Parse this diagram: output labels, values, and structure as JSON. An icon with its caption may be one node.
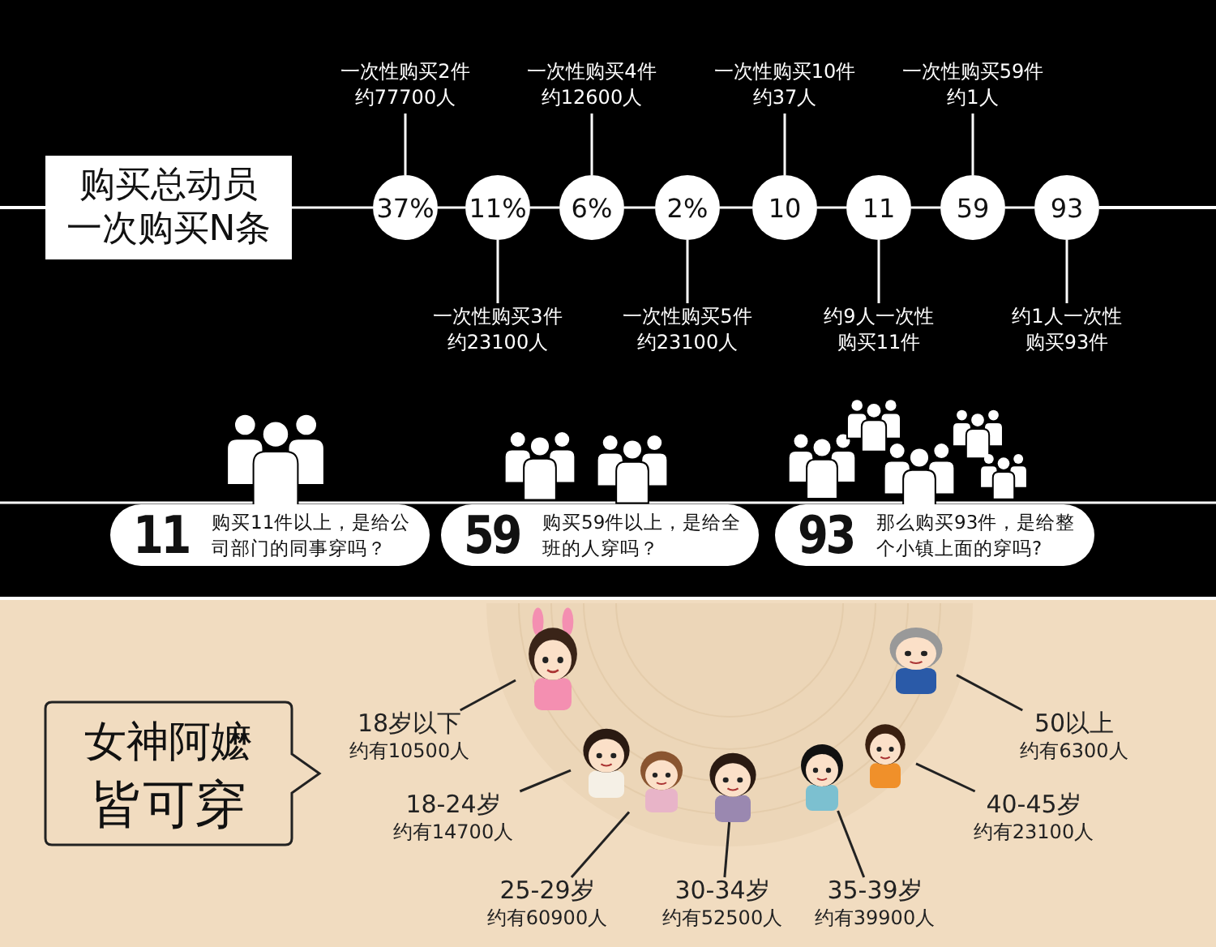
{
  "diagram": {
    "nodes": [
      {
        "text": [
          "购买总动员",
          "一次购买N条"
        ]
      },
      {
        "text": [
          "一次性购买2件",
          "约77700人"
        ]
      },
      {
        "text": [
          "一次性购买4件",
          "约12600人"
        ]
      },
      {
        "text": [
          "一次性购买10件",
          "约37人"
        ]
      },
      {
        "text": [
          "一次性购买59件",
          "约1人"
        ]
      },
      {
        "text": [
          "37%"
        ]
      },
      {
        "text": [
          "11%"
        ]
      },
      {
        "text": [
          "6%"
        ]
      },
      {
        "text": [
          "2%"
        ]
      },
      {
        "text": [
          "10"
        ]
      },
      {
        "text": [
          "11"
        ]
      },
      {
        "text": [
          "59"
        ]
      },
      {
        "text": [
          "93"
        ]
      },
      {
        "text": [
          "一次性购买3件",
          "约23100人"
        ]
      },
      {
        "text": [
          "一次性购买5件",
          "约23100人"
        ]
      },
      {
        "text": [
          "约9人一次性购买11件"
        ]
      },
      {
        "text": [
          "约1人一次性购买93件"
        ]
      },
      {
        "text": [
          "11",
          "购买11件以上，是给公司部门的同事穿吗？"
        ]
      },
      {
        "text": [
          "59",
          "购买59件以上，是给全班的人穿吗？"
        ]
      },
      {
        "text": [
          "93",
          "那么购买93件，是给整个小镇上面的穿吗?"
        ]
      },
      {
        "text": [
          "女神阿嬷",
          "皆可穿"
        ]
      },
      {
        "text": [],
        "shape": "picture"
      },
      {
        "text": [],
        "shape": "picture"
      },
      {
        "text": [],
        "shape": "picture"
      },
      {
        "text": [],
        "shape": "picture"
      },
      {
        "text": [],
        "shape": "picture"
      },
      {
        "text": [],
        "shape": "picture"
      },
      {
        "text": [],
        "shape": "picture"
      },
      {
        "text": [
          "18岁以下",
          "约有10500人"
        ]
      },
      {
        "text": [
          "18-24岁",
          "约有14700人"
        ]
      },
      {
        "text": [
          "25-29岁",
          "约有60900人"
        ]
      },
      {
        "text": [
          "30-34岁",
          "约有52500人"
        ]
      },
      {
        "text": [
          "35-39岁",
          "约有39900人"
        ]
      },
      {
        "text": [
          "40-45岁",
          "约有23100人"
        ]
      },
      {
        "text": [
          "50以上",
          "约有6300人"
        ]
      }
    ],
    "edges": [
      {
        "from": 0,
        "to": 5,
        "arrow": "none"
      },
      {
        "from": 5,
        "to": 6,
        "arrow": "none"
      },
      {
        "from": 6,
        "to": 7,
        "arrow": "none"
      },
      {
        "from": 7,
        "to": 8,
        "arrow": "none"
      },
      {
        "from": 8,
        "to": 9,
        "arrow": "none"
      },
      {
        "from": 9,
        "to": 10,
        "arrow": "none"
      },
      {
        "from": 10,
        "to": 11,
        "arrow": "none"
      },
      {
        "from": 11,
        "to": 12,
        "arrow": "none"
      },
      {
        "from": 1,
        "to": 5,
        "arrow": "none"
      },
      {
        "from": 2,
        "to": 7,
        "arrow": "none"
      },
      {
        "from": 3,
        "to": 9,
        "arrow": "none"
      },
      {
        "from": 4,
        "to": 11,
        "arrow": "none"
      },
      {
        "from": 13,
        "to": 6,
        "arrow": "none"
      },
      {
        "from": 14,
        "to": 8,
        "arrow": "none"
      },
      {
        "from": 15,
        "to": 10,
        "arrow": "none"
      },
      {
        "from": 16,
        "to": 12,
        "arrow": "none"
      },
      {
        "from": 28,
        "to": 21,
        "arrow": "none",
        "color": "#222222"
      },
      {
        "from": 29,
        "to": 22,
        "arrow": "none",
        "color": "#222222"
      },
      {
        "from": 30,
        "to": 23,
        "arrow": "none",
        "color": "#222222"
      },
      {
        "from": 31,
        "to": 24,
        "arrow": "none",
        "color": "#222222"
      },
      {
        "from": 32,
        "to": 25,
        "arrow": "none",
        "color": "#222222"
      },
      {
        "from": 33,
        "to": 26,
        "arrow": "none",
        "color": "#222222"
      },
      {
        "from": 34,
        "to": 27,
        "arrow": "none",
        "color": "#222222"
      }
    ]
  }
}
